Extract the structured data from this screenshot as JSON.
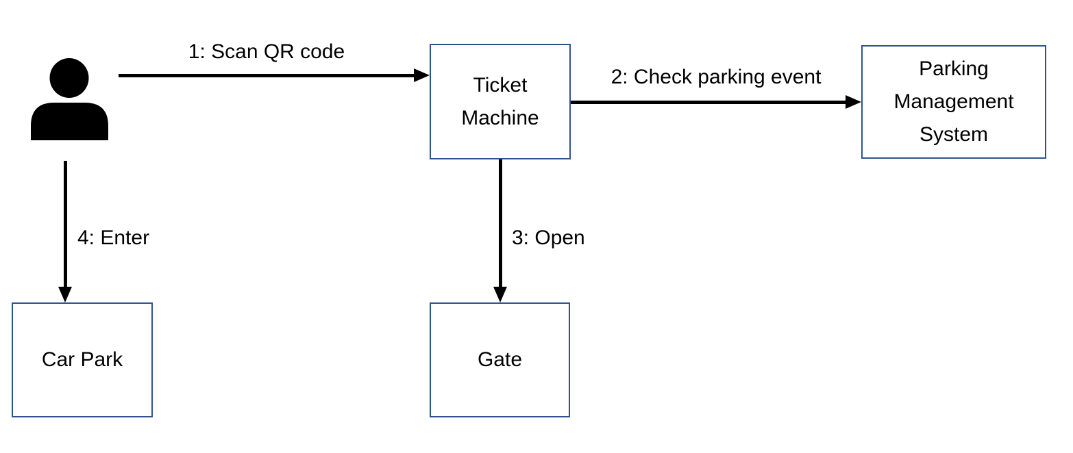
{
  "diagram": {
    "type": "communication-diagram",
    "background_color": "#FFFFFF",
    "box_border_color": "#2F528F",
    "arrow_color": "#000000",
    "text_color": "#000000",
    "nodes": {
      "actor": {
        "kind": "person-icon",
        "label": ""
      },
      "ticket_machine": {
        "label": "Ticket Machine"
      },
      "parking_management_system": {
        "label": "Parking Management System"
      },
      "car_park": {
        "label": "Car Park"
      },
      "gate": {
        "label": "Gate"
      }
    },
    "edges": [
      {
        "label": "1: Scan QR code",
        "from": "actor",
        "to": "ticket_machine",
        "direction": "right"
      },
      {
        "label": "2: Check parking event",
        "from": "ticket_machine",
        "to": "parking_management_system",
        "direction": "right"
      },
      {
        "label": "3: Open",
        "from": "ticket_machine",
        "to": "gate",
        "direction": "down"
      },
      {
        "label": "4: Enter",
        "from": "actor",
        "to": "car_park",
        "direction": "down"
      }
    ]
  }
}
